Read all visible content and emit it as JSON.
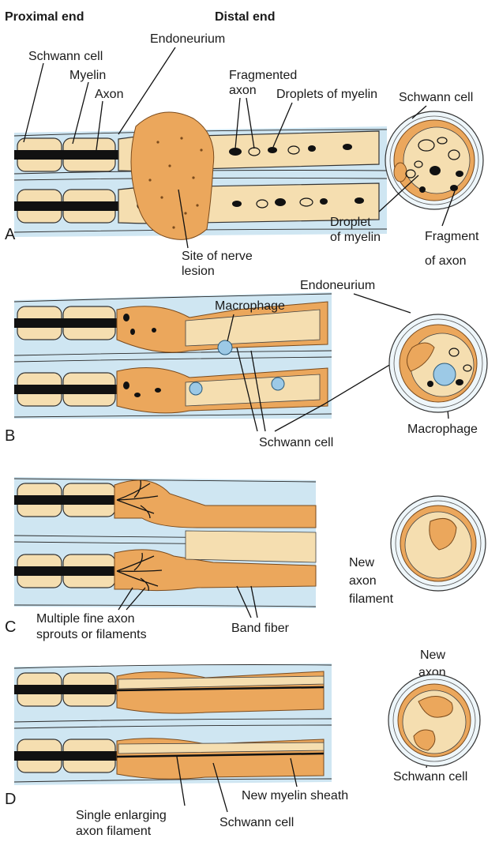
{
  "headers": {
    "proximal": "Proximal end",
    "distal": "Distal end"
  },
  "panels": {
    "a": {
      "letter": "A",
      "labels": {
        "schwann_cell": "Schwann cell",
        "myelin": "Myelin",
        "axon": "Axon",
        "endoneurium": "Endoneurium",
        "fragmented_axon_1": "Fragmented",
        "fragmented_axon_2": "axon",
        "droplets_of_myelin": "Droplets of myelin",
        "site_1": "Site of nerve",
        "site_2": "lesion",
        "cs_schwann_cell": "Schwann cell",
        "cs_droplet_1": "Droplet",
        "cs_droplet_2": "of myelin",
        "cs_fragment_1": "Fragment",
        "cs_fragment_2": "of axon"
      }
    },
    "b": {
      "letter": "B",
      "labels": {
        "macrophage": "Macrophage",
        "cs_endoneurium": "Endoneurium",
        "schwann_cell": "Schwann cell",
        "cs_macrophage": "Macrophage"
      }
    },
    "c": {
      "letter": "C",
      "labels": {
        "sprouts_1": "Multiple fine axon",
        "sprouts_2": "sprouts or filaments",
        "band_fiber": "Band fiber",
        "new_axon_filament_1": "New",
        "new_axon_filament_2": "axon",
        "new_axon_filament_3": "filament"
      }
    },
    "d": {
      "letter": "D",
      "labels": {
        "cs_new_axon_1": "New",
        "cs_new_axon_2": "axon",
        "cs_schwann_cell": "Schwann cell",
        "new_myelin_sheath": "New myelin sheath",
        "single_1": "Single enlarging",
        "single_2": "axon filament",
        "schwann_cell": "Schwann cell"
      }
    }
  }
}
